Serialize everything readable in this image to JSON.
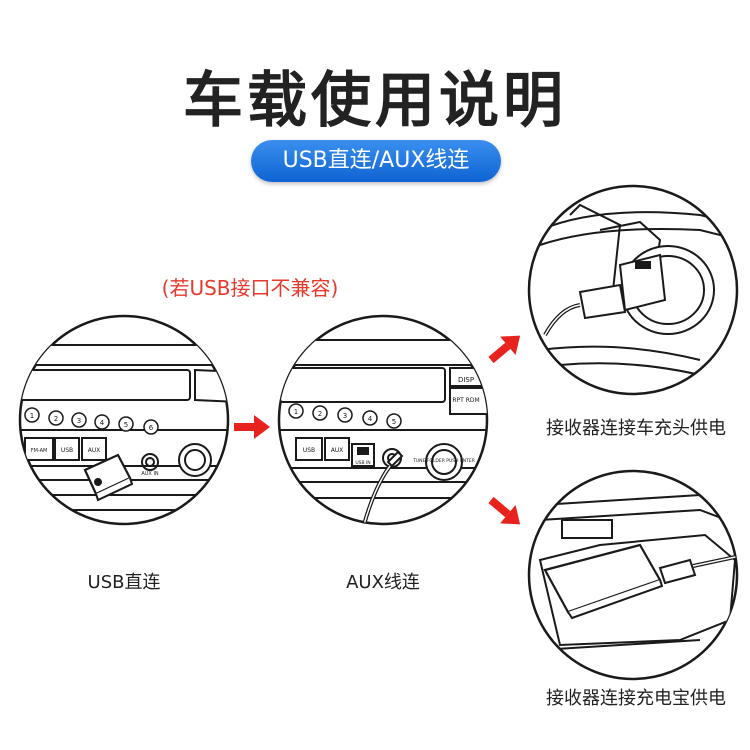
{
  "title": "车载使用说明",
  "badge": "USB直连/AUX线连",
  "note": "(若USB接口不兼容)",
  "radio": {
    "buttons": [
      "1",
      "2",
      "3",
      "4",
      "5",
      "6"
    ],
    "fm_label": "FM-AM",
    "usb_label": "USB",
    "aux_label": "AUX",
    "aux_in_label": "AUX IN",
    "usb_in_label": "USB IN",
    "tune_label": "TUNE\nFOLDER\nPUSH\nENTER",
    "disp_label": "DISP",
    "rpt_label": "RPT\nRDM"
  },
  "captions": {
    "usb_direct": "USB直连",
    "aux_line": "AUX线连",
    "car_charger": "接收器连接车充头供电",
    "power_bank": "接收器连接充电宝供电"
  },
  "colors": {
    "accent": "#1a6fe0",
    "arrow": "#e8231e",
    "line": "#1a1a1a"
  }
}
